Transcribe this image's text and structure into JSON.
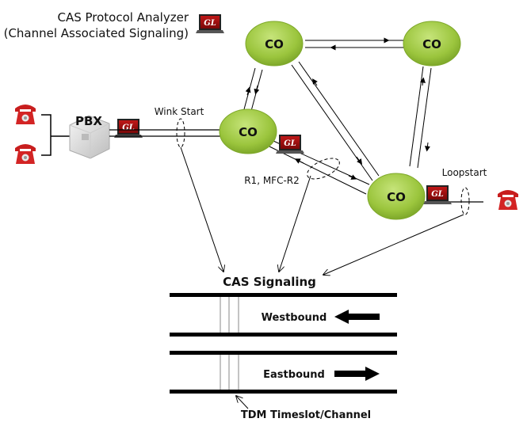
{
  "title": {
    "line1": "CAS Protocol Analyzer",
    "line2": "(Channel Associated Signaling)"
  },
  "analyzer_logo": "GL",
  "nodes": {
    "pbx": "PBX",
    "co_top_left": "CO",
    "co_top_right": "CO",
    "co_middle": "CO",
    "co_bottom": "CO"
  },
  "labels": {
    "wink_start": "Wink Start",
    "r1_mfc": "R1, MFC-R2",
    "loopstart": "Loopstart",
    "cas_signaling": "CAS Signaling",
    "westbound": "Westbound",
    "eastbound": "Eastbound",
    "tdm": "TDM Timeslot/Channel"
  },
  "colors": {
    "co_fill": "#9bc53d",
    "phone": "#d32424",
    "gl_red": "#a01010"
  }
}
